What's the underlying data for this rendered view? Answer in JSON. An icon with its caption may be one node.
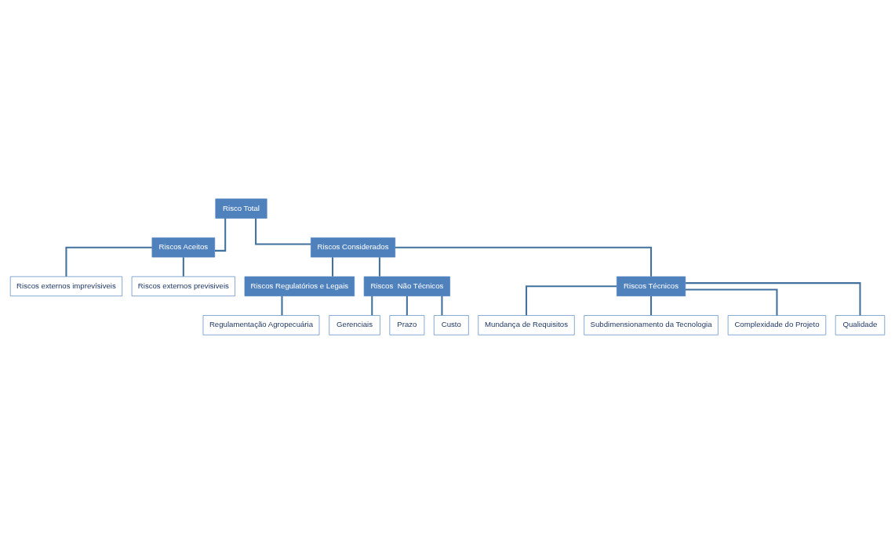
{
  "diagram": {
    "nodes": [
      {
        "text": [
          "Risco Total"
        ]
      },
      {
        "text": [
          "Riscos Aceitos"
        ]
      },
      {
        "text": [
          "Riscos Considerados"
        ]
      },
      {
        "text": [
          "Riscos externos imprevísiveis"
        ]
      },
      {
        "text": [
          "Riscos externos previsiveis"
        ]
      },
      {
        "text": [
          "Riscos Regulatórios e Legais"
        ]
      },
      {
        "text": [
          "Riscos  Não Técnicos"
        ]
      },
      {
        "text": [
          "Riscos Técnicos"
        ]
      },
      {
        "text": [
          "Regulamentação Agropecuária"
        ]
      },
      {
        "text": [
          "Gerenciais"
        ]
      },
      {
        "text": [
          "Prazo"
        ]
      },
      {
        "text": [
          "Custo"
        ]
      },
      {
        "text": [
          "Mundança de Requisitos"
        ]
      },
      {
        "text": [
          "Subdimensionamento da Tecnologia"
        ]
      },
      {
        "text": [
          "Complexidade do Projeto"
        ]
      },
      {
        "text": [
          "Qualidade"
        ]
      }
    ],
    "edges": [
      {
        "from": 0,
        "to": 1,
        "arrow": "none"
      },
      {
        "from": 0,
        "to": 2,
        "arrow": "none"
      },
      {
        "from": 1,
        "to": 3,
        "arrow": "none"
      },
      {
        "from": 1,
        "to": 4,
        "arrow": "none"
      },
      {
        "from": 2,
        "to": 5,
        "arrow": "none"
      },
      {
        "from": 2,
        "to": 6,
        "arrow": "none"
      },
      {
        "from": 2,
        "to": 7,
        "arrow": "none"
      },
      {
        "from": 5,
        "to": 8,
        "arrow": "none"
      },
      {
        "from": 6,
        "to": 9,
        "arrow": "none"
      },
      {
        "from": 6,
        "to": 10,
        "arrow": "none"
      },
      {
        "from": 6,
        "to": 11,
        "arrow": "none"
      },
      {
        "from": 7,
        "to": 12,
        "arrow": "none"
      },
      {
        "from": 7,
        "to": 13,
        "arrow": "none"
      },
      {
        "from": 7,
        "to": 14,
        "arrow": "none"
      },
      {
        "from": 7,
        "to": 15,
        "arrow": "none"
      }
    ]
  }
}
